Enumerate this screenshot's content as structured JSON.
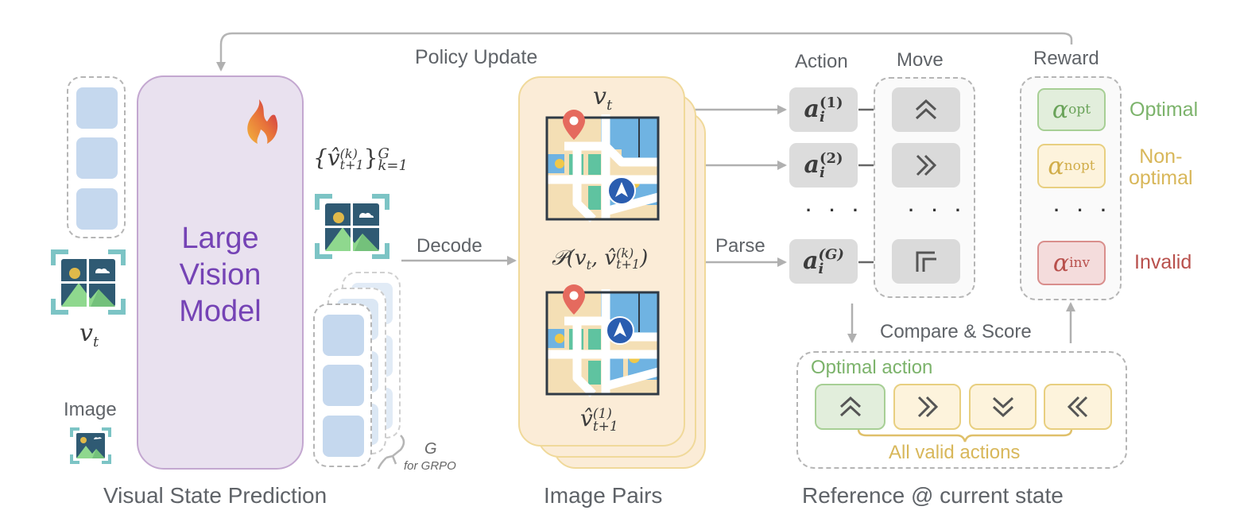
{
  "policy_update": {
    "label": "Policy Update"
  },
  "visual_state_prediction": {
    "section_title": "Visual State Prediction",
    "model_label_lines": [
      "Large",
      "Vision",
      "Model"
    ],
    "input_label": "v",
    "input_label_sub": "t",
    "image_legend_label": "Image",
    "predicted_set_label": "{v̂",
    "predicted_set_sup": "(k)",
    "predicted_set_sub": "t+1",
    "predicted_set_close": "}",
    "predicted_set_upper": "G",
    "predicted_set_lower": "k=1",
    "group_label": "G",
    "group_sublabel": "for GRPO",
    "trainable_icon": "fire-icon"
  },
  "decode": {
    "label": "Decode"
  },
  "image_pairs": {
    "section_title": "Image Pairs",
    "top_label": "v",
    "top_label_sub": "t",
    "pair_formula_prefix": "𝒫(v",
    "pair_formula_sub1": "t",
    "pair_formula_mid": ", v̂",
    "pair_formula_sup": "(k)",
    "pair_formula_sub2": "t+1",
    "pair_formula_close": ")",
    "bottom_label": "v̂",
    "bottom_label_sup": "(1)",
    "bottom_label_sub": "t+1"
  },
  "parse": {
    "label": "Parse"
  },
  "actions": {
    "header": "Action",
    "items": [
      {
        "base": "a",
        "sub": "i",
        "sup": "(1)"
      },
      {
        "base": "a",
        "sub": "i",
        "sup": "(2)"
      },
      {
        "base": "a",
        "sub": "i",
        "sup": "(G)"
      }
    ],
    "ellipsis": "· · ·"
  },
  "moves": {
    "header": "Move",
    "items": [
      {
        "icon": "double-chevron-up-icon"
      },
      {
        "icon": "double-chevron-right-icon"
      },
      {
        "icon": "corner-turn-icon"
      }
    ],
    "ellipsis": "· · ·"
  },
  "rewards": {
    "header": "Reward",
    "items": [
      {
        "symbol": "α",
        "sub": "opt",
        "label": "Optimal",
        "color": "#7cb36b",
        "fill": "#e2eedc",
        "border": "#a7cf95"
      },
      {
        "symbol": "α",
        "sub": "nopt",
        "label": "Non-optimal",
        "label_lines": [
          "Non-",
          "optimal"
        ],
        "color": "#d8b75a",
        "fill": "#fdf3dc",
        "border": "#e8cf80"
      },
      {
        "symbol": "α",
        "sub": "inv",
        "label": "Invalid",
        "color": "#b8504c",
        "fill": "#f4dcdc",
        "border": "#d98e8c"
      }
    ],
    "ellipsis": "· · ·"
  },
  "reference": {
    "section_title": "Reference @ current state",
    "compare_label": "Compare & Score",
    "optimal_label": "Optimal action",
    "valid_label": "All valid actions",
    "actions": [
      {
        "icon": "double-chevron-up-icon",
        "kind": "optimal"
      },
      {
        "icon": "double-chevron-right-icon",
        "kind": "valid"
      },
      {
        "icon": "double-chevron-down-icon",
        "kind": "valid"
      },
      {
        "icon": "double-chevron-left-icon",
        "kind": "valid"
      }
    ]
  },
  "colors": {
    "purple_text": "#7543b5",
    "optimal_green": "#7cb36b",
    "valid_yellow": "#d8b75a",
    "invalid_red": "#b8504c",
    "arrow_gray": "#a8a8a8"
  }
}
